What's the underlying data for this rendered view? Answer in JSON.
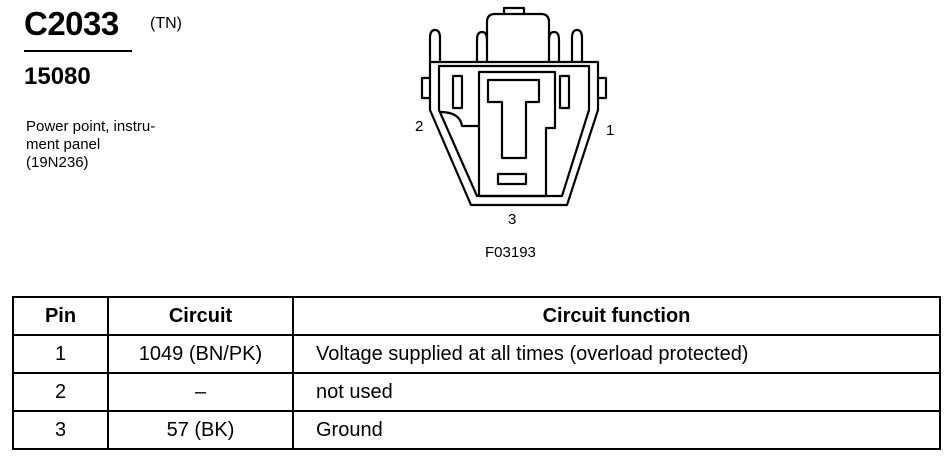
{
  "header": {
    "connector_id": "C2033",
    "color_code": "(TN)",
    "part_number": "15080",
    "description_lines": [
      "Power point, instru-",
      "ment panel",
      "(19N236)"
    ]
  },
  "diagram": {
    "pin_labels": [
      "1",
      "2",
      "3"
    ],
    "figure_id": "F03193"
  },
  "table": {
    "headers": [
      "Pin",
      "Circuit",
      "Circuit function"
    ],
    "rows": [
      {
        "pin": "1",
        "circuit": "1049 (BN/PK)",
        "function": "Voltage supplied at all times (overload protected)"
      },
      {
        "pin": "2",
        "circuit": "–",
        "function": "not used"
      },
      {
        "pin": "3",
        "circuit": "57 (BK)",
        "function": "Ground"
      }
    ]
  }
}
